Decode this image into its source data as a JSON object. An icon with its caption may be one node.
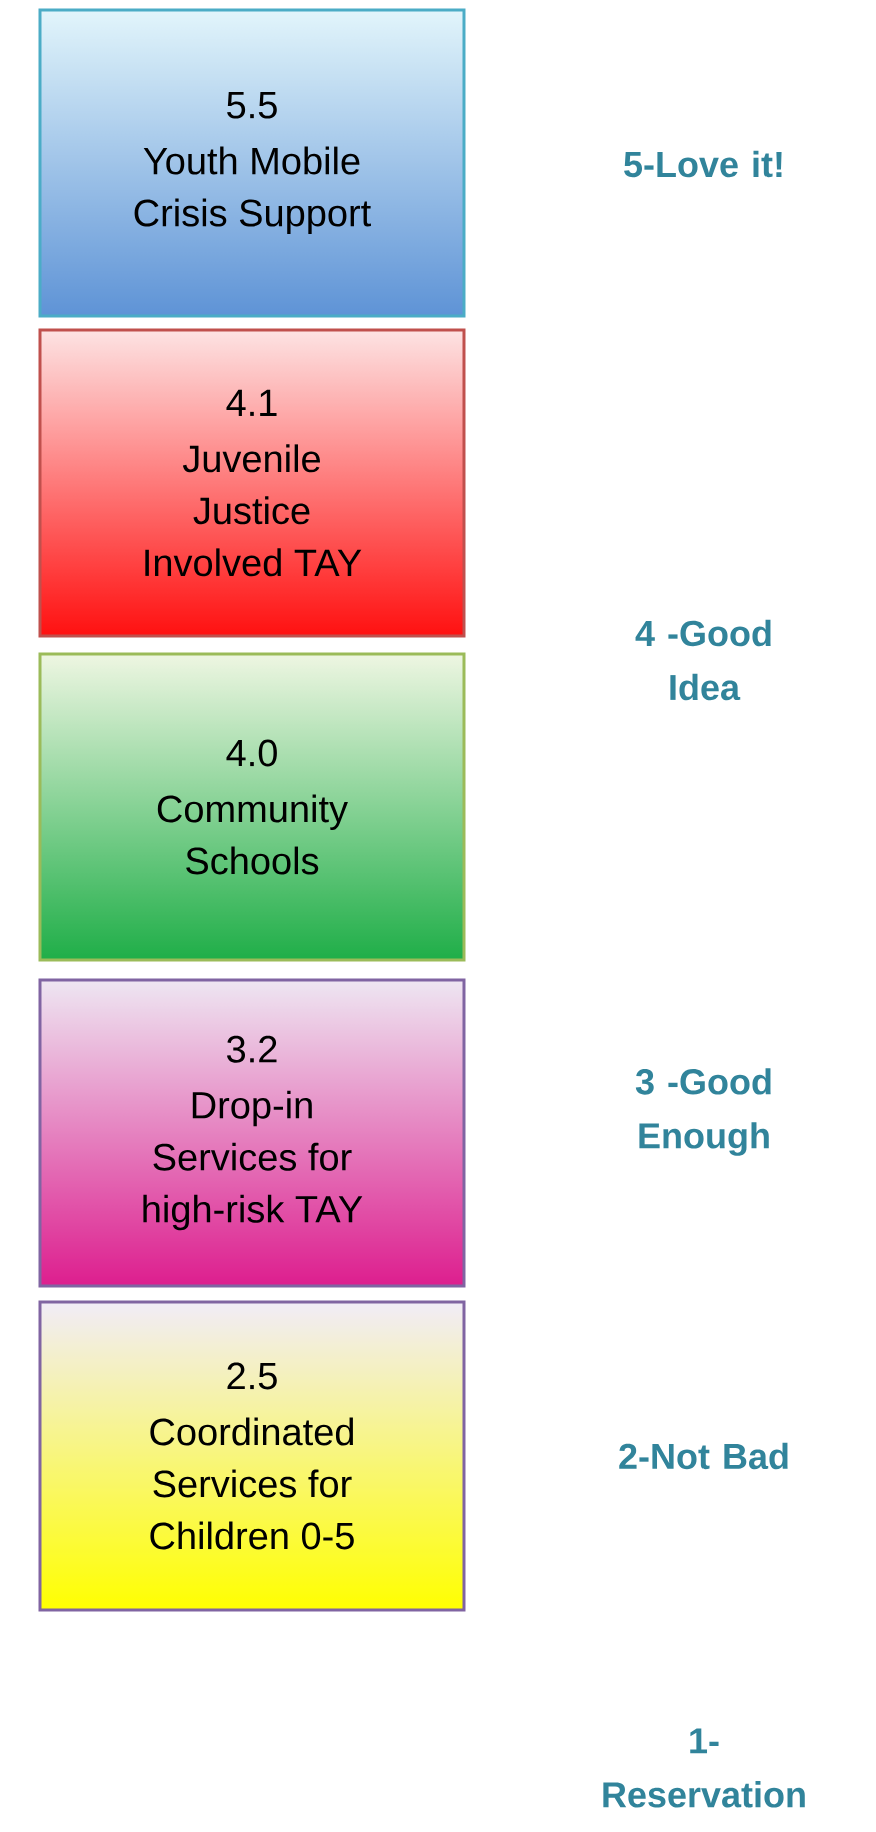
{
  "diagram": {
    "nodes": [
      {
        "text": [
          "5.5",
          "Youth Mobile Crisis Support"
        ]
      },
      {
        "text": [
          "4.1",
          "Juvenile Justice Involved TAY"
        ]
      },
      {
        "text": [
          "4.0",
          "Community Schools"
        ]
      },
      {
        "text": [
          "3.2",
          "Drop-in Services for high-risk TAY"
        ]
      },
      {
        "text": [
          "2.5",
          "Coordinated Services for Children 0-5"
        ]
      }
    ],
    "labels": [
      "5-Love it!",
      "4 -Good Idea",
      "3 -Good Enough",
      "2-Not Bad",
      "1- Reservation"
    ]
  }
}
